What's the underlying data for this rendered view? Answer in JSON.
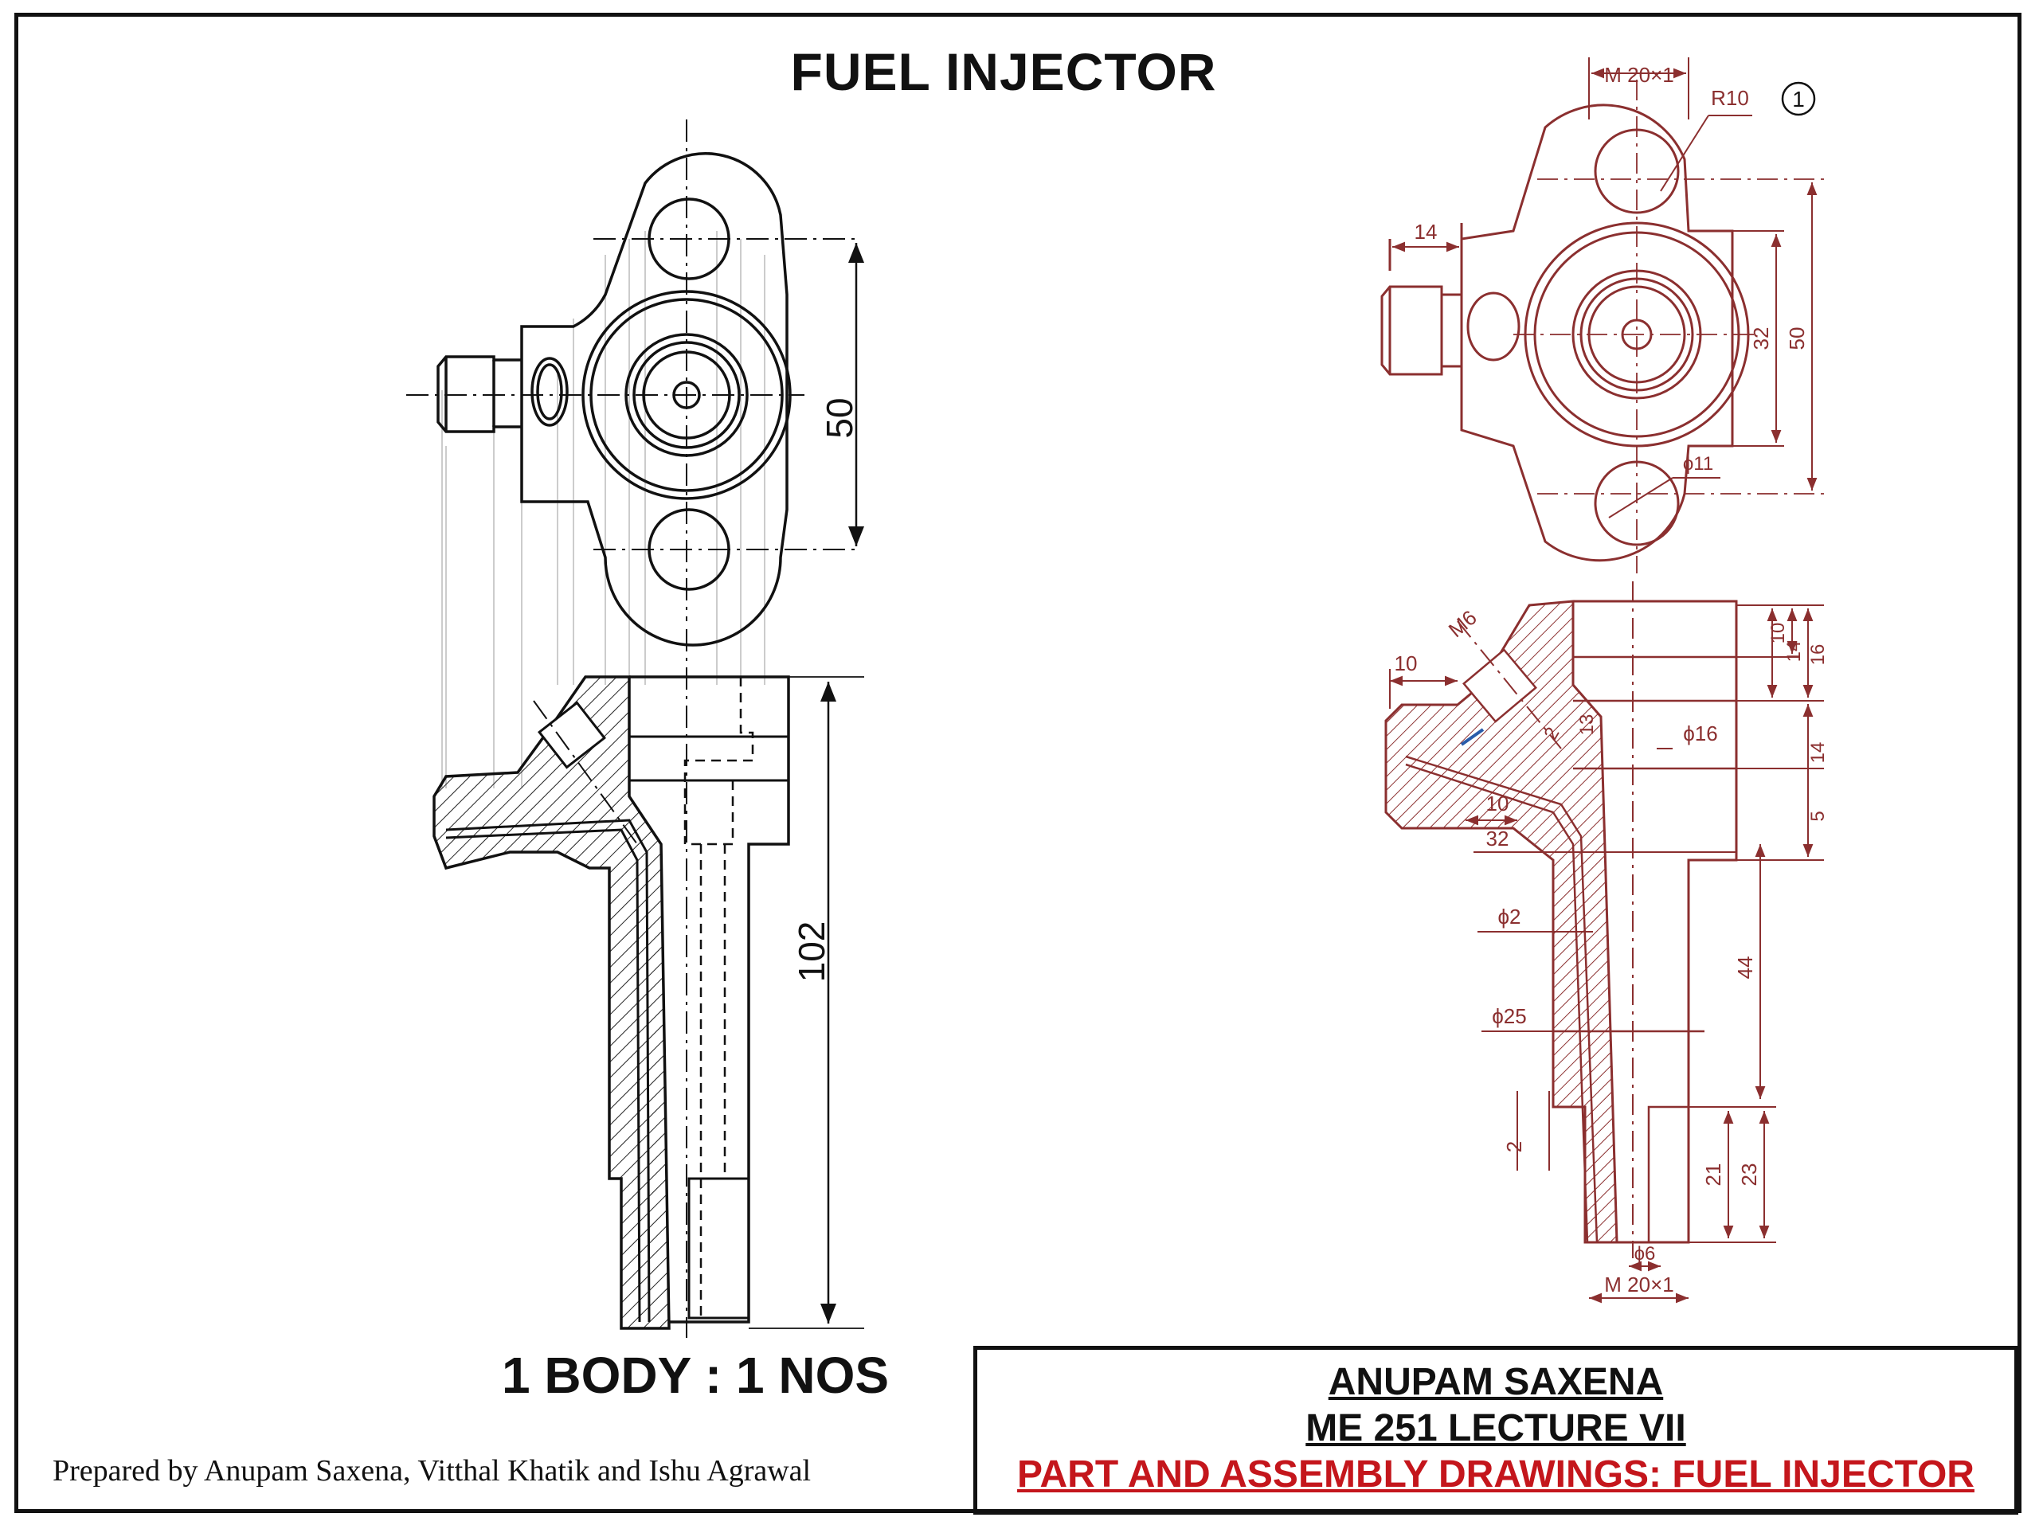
{
  "title": "FUEL INJECTOR",
  "quantity_note": "1 BODY :  1 NOS",
  "prepared_by": "Prepared by Anupam Saxena, Vitthal Khatik and Ishu Agrawal",
  "title_block": {
    "line1": "ANUPAM SAXENA",
    "line2": "ME 251 LECTURE VII",
    "line3": "PART AND ASSEMBLY DRAWINGS: FUEL INJECTOR"
  },
  "left_drawing": {
    "dim_top_view": "50",
    "dim_section_view": "102"
  },
  "right_drawing": {
    "item_balloon": "1",
    "dims": {
      "thread_top": "M 20×1",
      "radius": "R10",
      "d14": "14",
      "d32": "32",
      "d50": "50",
      "phi11": "ϕ11",
      "m6": "M6",
      "d10a": "10",
      "d10b": "10",
      "d32b": "32",
      "d13": "13",
      "d2a": "2",
      "phi16": "ϕ16",
      "v10": "10",
      "v14a": "14",
      "v16": "16",
      "v14b": "14",
      "v5": "5",
      "phi2": "ϕ2",
      "phi25": "ϕ25",
      "v44": "44",
      "v2": "2",
      "v21": "21",
      "v23": "23",
      "phi6": "ϕ6",
      "thread_bottom": "M 20×1"
    }
  },
  "colors": {
    "line": "#111111",
    "brown": "#8b2f2f",
    "red": "#c4161c"
  }
}
